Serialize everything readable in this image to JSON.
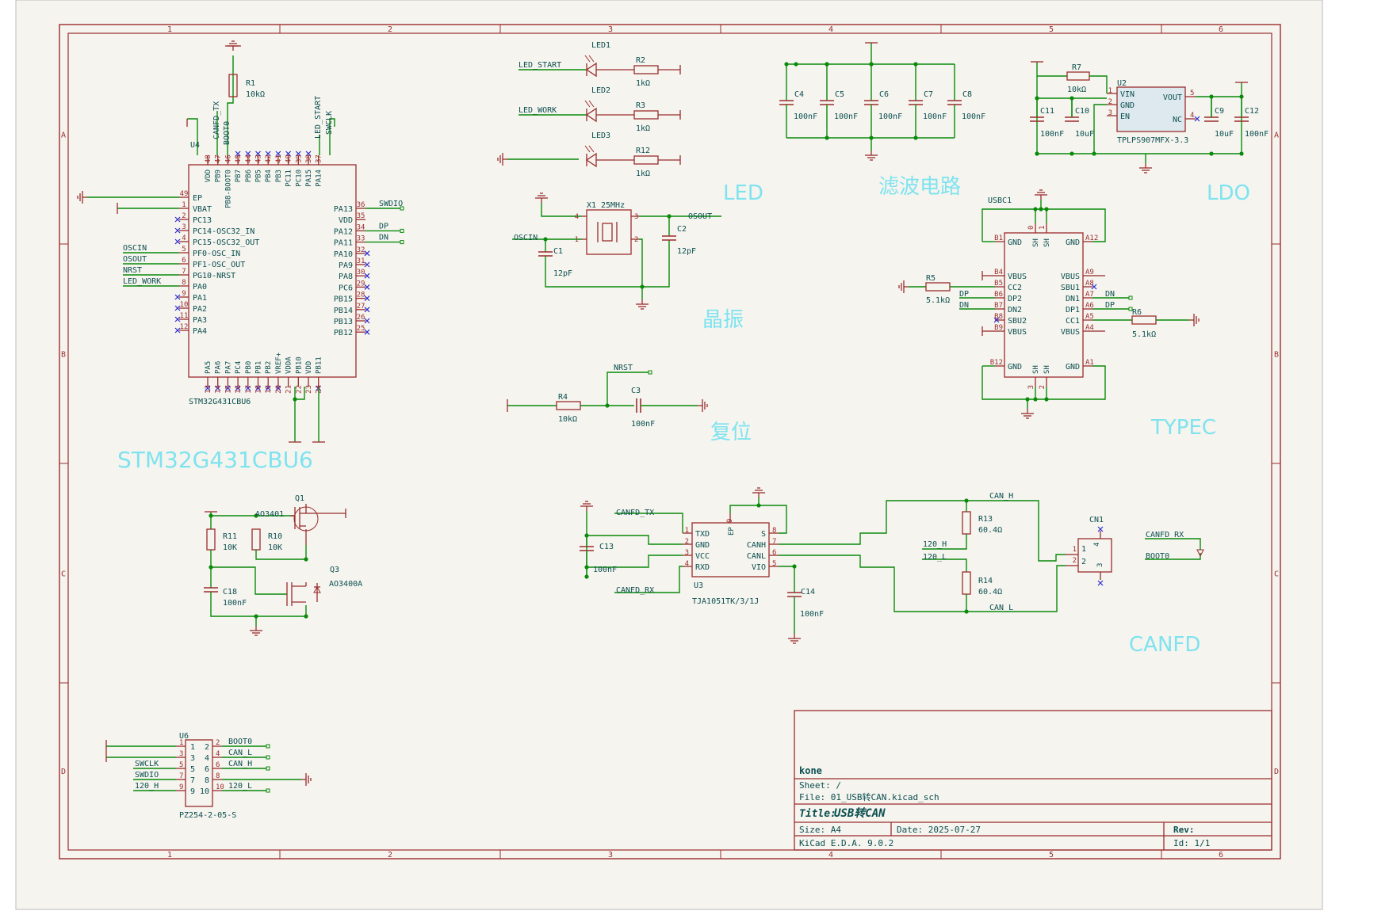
{
  "page": {
    "background": "#ffffff",
    "sheet_color": "#f5f4ef",
    "frame_color": "#9b2c2c",
    "wire_color": "#0a8a0a",
    "text_color": "#0b4f4f",
    "section_color": "#7fe3ef"
  },
  "frame": {
    "col_numbers": [
      "1",
      "2",
      "3",
      "4",
      "5",
      "6"
    ],
    "row_letters": [
      "A",
      "B",
      "C",
      "D"
    ]
  },
  "sections": {
    "mcu": "STM32G431CBU6",
    "led": "LED",
    "filter": "滤波电路",
    "ldo": "LDO",
    "crystal": "晶振",
    "reset": "复位",
    "typec": "TYPEC",
    "canfd": "CANFD"
  },
  "mcu": {
    "ref": "U4",
    "value": "STM32G431CBU6",
    "top_pins": [
      {
        "num": "48",
        "name": "VDD"
      },
      {
        "num": "47",
        "name": "PB9"
      },
      {
        "num": "46",
        "name": "PB8-BOOT0"
      },
      {
        "num": "45",
        "name": "PB7"
      },
      {
        "num": "44",
        "name": "PB6"
      },
      {
        "num": "43",
        "name": "PB5"
      },
      {
        "num": "42",
        "name": "PB4"
      },
      {
        "num": "41",
        "name": "PB3"
      },
      {
        "num": "40",
        "name": "PC11"
      },
      {
        "num": "39",
        "name": "PC10"
      },
      {
        "num": "38",
        "name": "PA15"
      },
      {
        "num": "37",
        "name": "PA14"
      }
    ],
    "left_pins": [
      {
        "num": "49",
        "name": "EP",
        "net": ""
      },
      {
        "num": "1",
        "name": "VBAT",
        "net": ""
      },
      {
        "num": "2",
        "name": "PC13",
        "net": ""
      },
      {
        "num": "3",
        "name": "PC14-OSC32_IN",
        "net": ""
      },
      {
        "num": "4",
        "name": "PC15-OSC32_OUT",
        "net": ""
      },
      {
        "num": "5",
        "name": "PF0-OSC_IN",
        "net": "OSCIN"
      },
      {
        "num": "6",
        "name": "PF1-OSC_OUT",
        "net": "OSOUT"
      },
      {
        "num": "7",
        "name": "PG10-NRST",
        "net": "NRST"
      },
      {
        "num": "8",
        "name": "PA0",
        "net": "LED_WORK"
      },
      {
        "num": "9",
        "name": "PA1",
        "net": ""
      },
      {
        "num": "10",
        "name": "PA2",
        "net": ""
      },
      {
        "num": "11",
        "name": "PA3",
        "net": ""
      },
      {
        "num": "12",
        "name": "PA4",
        "net": ""
      }
    ],
    "right_pins": [
      {
        "num": "36",
        "name": "PA13",
        "net": "SWDIO"
      },
      {
        "num": "35",
        "name": "VDD",
        "net": ""
      },
      {
        "num": "34",
        "name": "PA12",
        "net": "DP"
      },
      {
        "num": "33",
        "name": "PA11",
        "net": "DN"
      },
      {
        "num": "32",
        "name": "PA10",
        "net": ""
      },
      {
        "num": "31",
        "name": "PA9",
        "net": ""
      },
      {
        "num": "30",
        "name": "PA8",
        "net": ""
      },
      {
        "num": "29",
        "name": "PC6",
        "net": ""
      },
      {
        "num": "28",
        "name": "PB15",
        "net": ""
      },
      {
        "num": "27",
        "name": "PB14",
        "net": ""
      },
      {
        "num": "26",
        "name": "PB13",
        "net": ""
      },
      {
        "num": "25",
        "name": "PB12",
        "net": ""
      }
    ],
    "bottom_pins": [
      {
        "num": "13",
        "name": "PA5"
      },
      {
        "num": "14",
        "name": "PA6"
      },
      {
        "num": "15",
        "name": "PA7"
      },
      {
        "num": "16",
        "name": "PC4"
      },
      {
        "num": "17",
        "name": "PB0"
      },
      {
        "num": "18",
        "name": "PB1"
      },
      {
        "num": "19",
        "name": "PB2"
      },
      {
        "num": "20",
        "name": "VREF+"
      },
      {
        "num": "21",
        "name": "VDDA"
      },
      {
        "num": "22",
        "name": "PB10"
      },
      {
        "num": "23",
        "name": "VDD"
      },
      {
        "num": "24",
        "name": "PB11"
      }
    ],
    "top_nets": {
      "canfd_tx": "CANFD_TX",
      "boot0": "BOOT0",
      "led_start": "LED_START",
      "swclk": "SWCLK"
    },
    "r1": {
      "ref": "R1",
      "value": "10kΩ"
    }
  },
  "leds": [
    {
      "ref": "LED1",
      "net": "LED_START",
      "res": "R2",
      "res_value": "1kΩ"
    },
    {
      "ref": "LED2",
      "net": "LED_WORK",
      "res": "R3",
      "res_value": "1kΩ"
    },
    {
      "ref": "LED3",
      "net": "",
      "res": "R12",
      "res_value": "1kΩ"
    }
  ],
  "filter_caps": [
    {
      "ref": "C4",
      "value": "100nF"
    },
    {
      "ref": "C5",
      "value": "100nF"
    },
    {
      "ref": "C6",
      "value": "100nF"
    },
    {
      "ref": "C7",
      "value": "100nF"
    },
    {
      "ref": "C8",
      "value": "100nF"
    }
  ],
  "ldo": {
    "ref": "U2",
    "part": "TPLPS907MFX-3.3",
    "pins_left": [
      {
        "num": "1",
        "name": "VIN"
      },
      {
        "num": "2",
        "name": "GND"
      },
      {
        "num": "3",
        "name": "EN"
      }
    ],
    "pins_right": [
      {
        "num": "5",
        "name": "VOUT"
      },
      {
        "num": "4",
        "name": "NC"
      }
    ],
    "r7": {
      "ref": "R7",
      "value": "10kΩ"
    },
    "caps": [
      {
        "ref": "C11",
        "value": "100nF"
      },
      {
        "ref": "C10",
        "value": "10uF"
      },
      {
        "ref": "C9",
        "value": "10uF"
      },
      {
        "ref": "C12",
        "value": "100nF"
      }
    ]
  },
  "crystal": {
    "ref": "X1",
    "freq": "25MHz",
    "pins": [
      "4",
      "3",
      "1",
      "2"
    ],
    "c1": {
      "ref": "C1",
      "value": "12pF"
    },
    "c2": {
      "ref": "C2",
      "value": "12pF"
    },
    "net_in": "OSCIN",
    "net_out": "OSOUT"
  },
  "reset": {
    "net": "NRST",
    "r4": {
      "ref": "R4",
      "value": "10kΩ"
    },
    "c3": {
      "ref": "C3",
      "value": "100nF"
    }
  },
  "usbc": {
    "ref": "USBC1",
    "left": [
      {
        "pin": "B1",
        "name": "GND"
      },
      {
        "pin": "B4",
        "name": "VBUS"
      },
      {
        "pin": "B5",
        "name": "CC2"
      },
      {
        "pin": "B6",
        "name": "DP2"
      },
      {
        "pin": "B7",
        "name": "DN2"
      },
      {
        "pin": "B8",
        "name": "SBU2"
      },
      {
        "pin": "B9",
        "name": "VBUS"
      },
      {
        "pin": "B12",
        "name": "GND"
      }
    ],
    "right": [
      {
        "pin": "A12",
        "name": "GND"
      },
      {
        "pin": "A9",
        "name": "VBUS"
      },
      {
        "pin": "A8",
        "name": "SBU1"
      },
      {
        "pin": "A7",
        "name": "DN1"
      },
      {
        "pin": "A6",
        "name": "DP1"
      },
      {
        "pin": "A5",
        "name": "CC1"
      },
      {
        "pin": "A4",
        "name": "VBUS"
      },
      {
        "pin": "A1",
        "name": "GND"
      }
    ],
    "sh_label": "SH",
    "top_pins": [
      "0",
      "1"
    ],
    "bottom_pins": [
      "3",
      "2"
    ],
    "r5": {
      "ref": "R5",
      "value": "5.1kΩ"
    },
    "r6": {
      "ref": "R6",
      "value": "5.1kΩ"
    },
    "nets": {
      "dp": "DP",
      "dn": "DN"
    }
  },
  "power_switch": {
    "q1": {
      "ref": "Q1",
      "value": "AO3401"
    },
    "q3": {
      "ref": "Q3",
      "value": "AO3400A"
    },
    "r11": {
      "ref": "R11",
      "value": "10K"
    },
    "r10": {
      "ref": "R10",
      "value": "10K"
    },
    "c18": {
      "ref": "C18",
      "value": "100nF"
    }
  },
  "can": {
    "ref": "U3",
    "part": "TJA1051TK/3/1J",
    "left": [
      {
        "num": "1",
        "name": "TXD"
      },
      {
        "num": "2",
        "name": "GND"
      },
      {
        "num": "3",
        "name": "VCC"
      },
      {
        "num": "4",
        "name": "RXD"
      }
    ],
    "right": [
      {
        "num": "8",
        "name": "S"
      },
      {
        "num": "7",
        "name": "CANH"
      },
      {
        "num": "6",
        "name": "CANL"
      },
      {
        "num": "5",
        "name": "VIO"
      }
    ],
    "ep": {
      "num": "9",
      "name": "EP"
    },
    "nets": {
      "tx": "CANFD_TX",
      "rx": "CANFD_RX",
      "h": "CAN_H",
      "l": "CAN_L",
      "h120": "120_H",
      "l120": "120_L"
    },
    "c13": {
      "ref": "C13",
      "value": "100nF"
    },
    "c14": {
      "ref": "C14",
      "value": "100nF"
    },
    "r13": {
      "ref": "R13",
      "value": "60.4Ω"
    },
    "r14": {
      "ref": "R14",
      "value": "60.4Ω"
    },
    "cn1": {
      "ref": "CN1",
      "pins": [
        "1",
        "2",
        "4",
        "3"
      ]
    },
    "side_nets": {
      "rx": "CANFD_RX",
      "boot": "BOOT0"
    }
  },
  "header": {
    "ref": "U6",
    "part": "PZ254-2-05-S",
    "left_nets": [
      "",
      "",
      "SWCLK",
      "SWDIO",
      "120_H"
    ],
    "left_nums": [
      "1",
      "3",
      "5",
      "7",
      "9"
    ],
    "right_nums": [
      "2",
      "4",
      "6",
      "8",
      "10"
    ],
    "right_nets": [
      "BOOT0",
      "CAN_L",
      "CAN_H",
      "",
      "120_L"
    ]
  },
  "title_block": {
    "company": "kone",
    "sheet": "Sheet: /",
    "file": "File: 01_USB转CAN.kicad_sch",
    "title_label": "Title:",
    "title": "USB转CAN",
    "size": "Size: A4",
    "date": "Date: 2025-07-27",
    "rev": "Rev:",
    "tool": "KiCad E.D.A. 9.0.2",
    "id": "Id: 1/1"
  }
}
